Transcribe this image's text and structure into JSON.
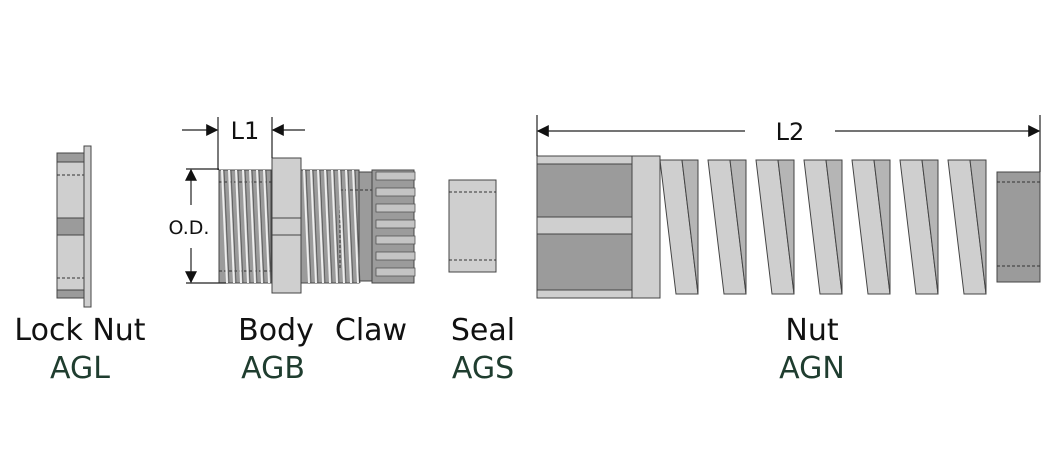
{
  "dimensions": {
    "l1": "L1",
    "l2": "L2",
    "od": "O.D."
  },
  "parts": [
    {
      "name": "Lock Nut",
      "code": "AGL"
    },
    {
      "name": "Body",
      "code": "AGB"
    },
    {
      "name": "Claw"
    },
    {
      "name": "Seal",
      "code": "AGS"
    },
    {
      "name": "Nut",
      "code": "AGN"
    }
  ],
  "colors": {
    "part_light": "#cfcfcf",
    "part_dark": "#9b9b9b",
    "code_text": "#1f3d2f"
  }
}
